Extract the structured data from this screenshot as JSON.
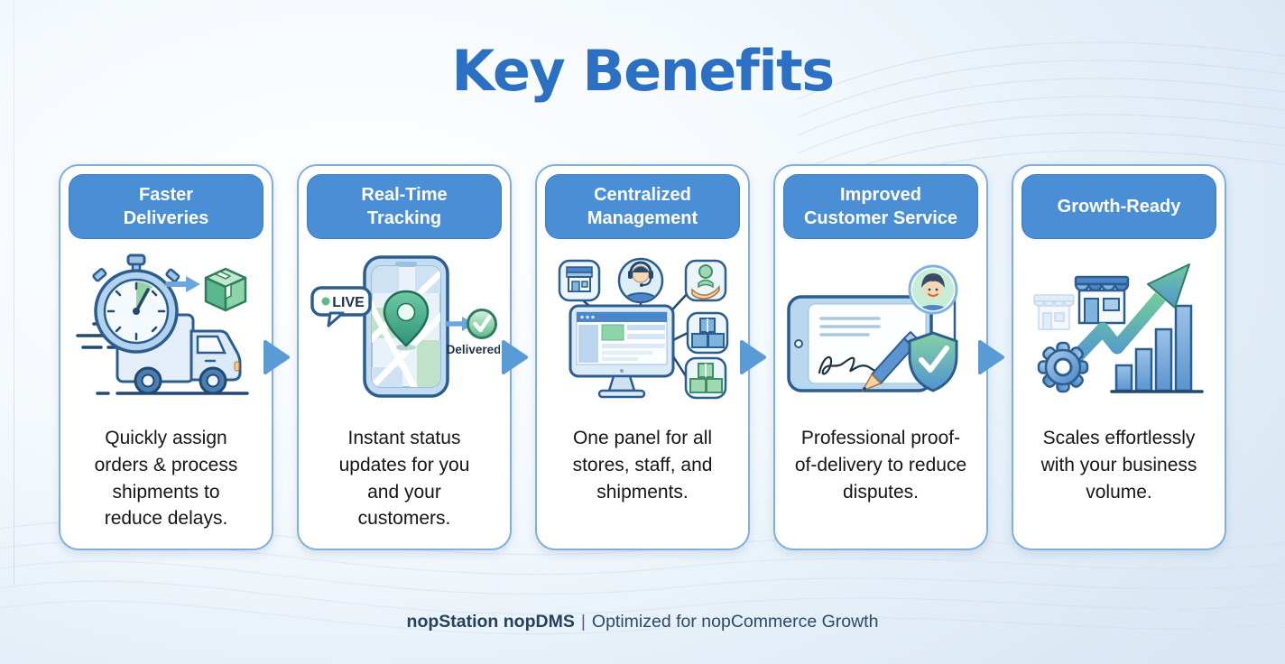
{
  "title": "Key Benefits",
  "cards": [
    {
      "title": "Faster Deliveries",
      "title_lines": [
        "Faster",
        "Deliveries"
      ],
      "description": "Quickly assign orders & process shipments to reduce delays.",
      "icon": "stopwatch-speeding-truck-package-illustration"
    },
    {
      "title": "Real-Time Tracking",
      "title_lines": [
        "Real-Time",
        "Tracking"
      ],
      "description": "Instant status updates for you and your customers.",
      "live_label": "LIVE",
      "delivered_label": "Delivered",
      "icon": "phone-map-pin-delivered-illustration"
    },
    {
      "title": "Centralized Management",
      "title_lines": [
        "Centralized",
        "Management"
      ],
      "description": "One panel for all stores, staff, and shipments.",
      "icon": "dashboard-hub-stores-staff-shipments-illustration"
    },
    {
      "title": "Improved Customer Service",
      "title_lines": [
        "Improved",
        "Customer Service"
      ],
      "description": "Professional proof-of-delivery to reduce disputes.",
      "icon": "tablet-signature-pen-avatar-shield-illustration"
    },
    {
      "title": "Growth-Ready",
      "title_lines": [
        "Growth-Ready"
      ],
      "description": "Scales effortlessly with your business volume.",
      "icon": "stores-growth-arrow-bars-gear-illustration"
    }
  ],
  "footer": {
    "brand": "nopStation nopDMS",
    "separator": "|",
    "tagline": "Optimized for nopCommerce Growth"
  },
  "colors": {
    "title_blue": "#2b70c2",
    "pill_blue": "#4a8fd6",
    "card_border": "#7fb0dd",
    "flow_arrow_blue": "#5b9bd5",
    "accent_green": "#6fc998",
    "footer_text": "#24415e"
  }
}
